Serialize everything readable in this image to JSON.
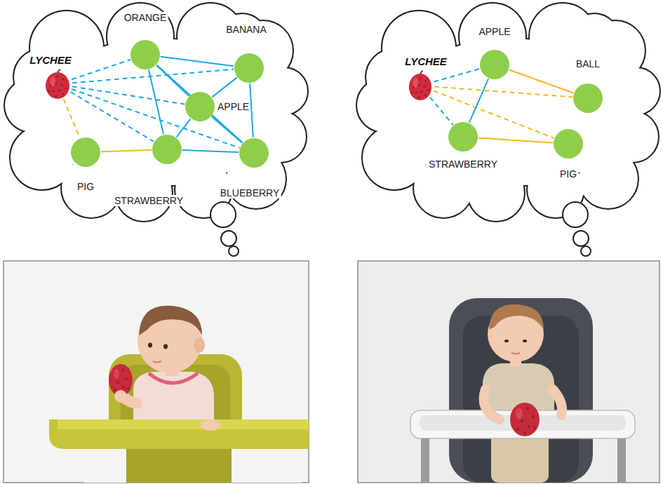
{
  "diagram": {
    "nodes": [
      {
        "text": [
          "LYCHEE"
        ]
      },
      {
        "text": [
          "ORANGE"
        ]
      },
      {
        "text": [
          "BANANA"
        ]
      },
      {
        "text": [
          "APPLE"
        ]
      },
      {
        "text": [
          "PIG"
        ]
      },
      {
        "text": [
          "STRAWBERRY"
        ]
      },
      {
        "text": [
          "BLUEBERRY"
        ]
      },
      {
        "text": [
          "LYCHEE"
        ]
      },
      {
        "text": [
          "APPLE"
        ]
      },
      {
        "text": [
          "BALL"
        ]
      },
      {
        "text": [
          "STRAWBERRY"
        ]
      },
      {
        "text": [
          "PIG"
        ]
      }
    ],
    "edges": [
      {
        "from": 0,
        "to": 1,
        "arrow": "none"
      },
      {
        "from": 0,
        "to": 2,
        "arrow": "none"
      },
      {
        "from": 0,
        "to": 3,
        "arrow": "none"
      },
      {
        "from": 0,
        "to": 5,
        "arrow": "none"
      },
      {
        "from": 0,
        "to": 6,
        "arrow": "none"
      },
      {
        "from": 0,
        "to": 4,
        "arrow": "none"
      },
      {
        "from": 1,
        "to": 2,
        "arrow": "none"
      },
      {
        "from": 1,
        "to": 3,
        "arrow": "none"
      },
      {
        "from": 1,
        "to": 5,
        "arrow": "none"
      },
      {
        "from": 1,
        "to": 6,
        "arrow": "none"
      },
      {
        "from": 2,
        "to": 3,
        "arrow": "none"
      },
      {
        "from": 2,
        "to": 6,
        "arrow": "none"
      },
      {
        "from": 3,
        "to": 5,
        "arrow": "none"
      },
      {
        "from": 3,
        "to": 6,
        "arrow": "none"
      },
      {
        "from": 5,
        "to": 6,
        "arrow": "none"
      },
      {
        "from": 4,
        "to": 5,
        "arrow": "none"
      },
      {
        "from": 7,
        "to": 8,
        "arrow": "none"
      },
      {
        "from": 7,
        "to": 10,
        "arrow": "none"
      },
      {
        "from": 7,
        "to": 9,
        "arrow": "none"
      },
      {
        "from": 7,
        "to": 11,
        "arrow": "none"
      },
      {
        "from": 8,
        "to": 10,
        "arrow": "none"
      },
      {
        "from": 8,
        "to": 9,
        "arrow": "none"
      },
      {
        "from": 10,
        "to": 11,
        "arrow": "none"
      }
    ]
  }
}
